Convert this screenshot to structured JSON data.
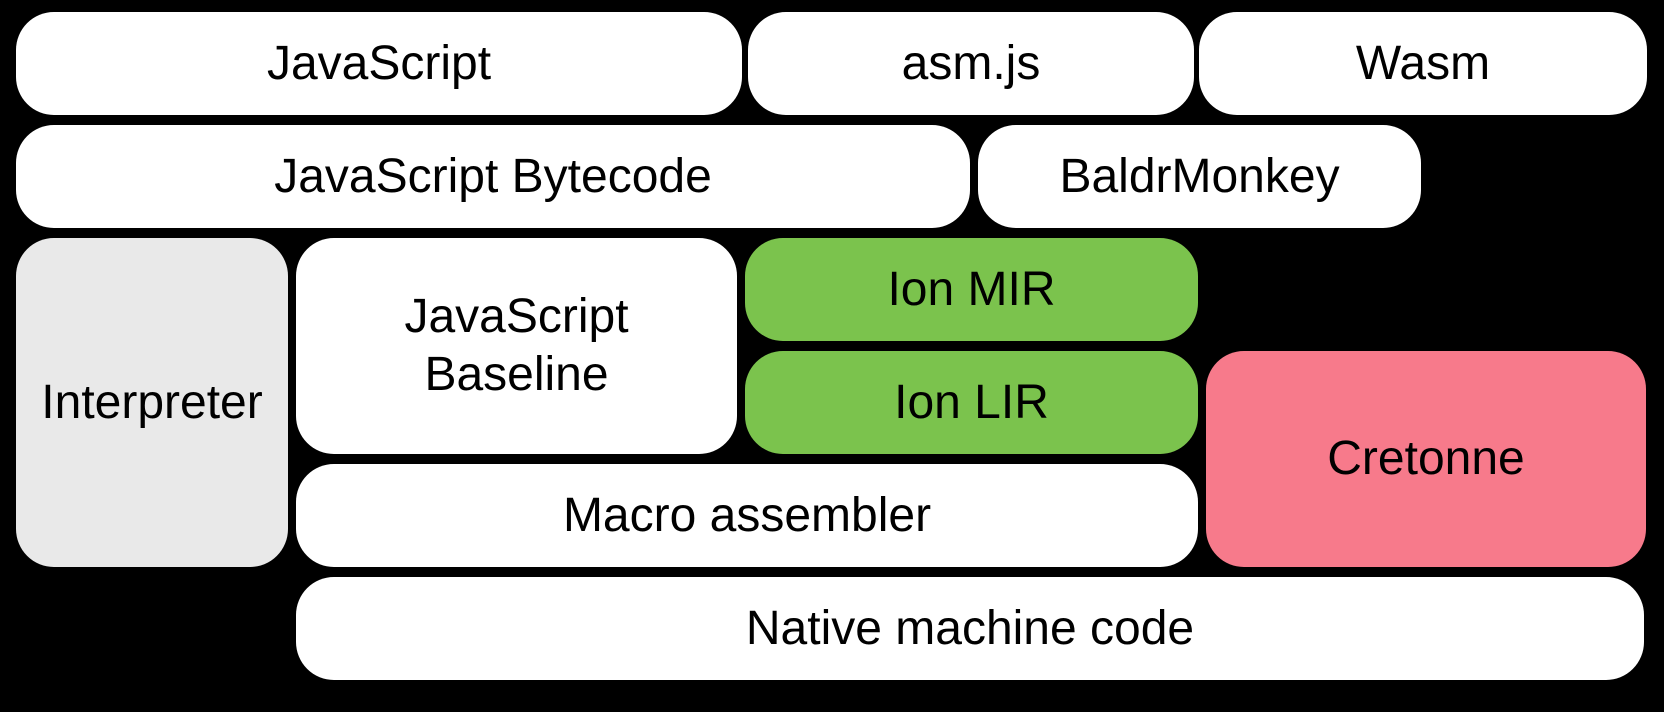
{
  "diagram": {
    "background_color": "#000000",
    "text_color": "#000000",
    "colors": {
      "white_box": "#ffffff",
      "gray_box": "#e9e9e9",
      "green_box": "#7bc34d",
      "pink_box": "#f77a8b"
    },
    "nodes": {
      "javascript": {
        "label": "JavaScript"
      },
      "asmjs": {
        "label": "asm.js"
      },
      "wasm": {
        "label": "Wasm"
      },
      "js_bytecode": {
        "label": "JavaScript Bytecode"
      },
      "baldrmonkey": {
        "label": "BaldrMonkey"
      },
      "interpreter": {
        "label": "Interpreter"
      },
      "js_baseline": {
        "label": "JavaScript Baseline"
      },
      "ion_mir": {
        "label": "Ion MIR"
      },
      "ion_lir": {
        "label": "Ion LIR"
      },
      "cretonne": {
        "label": "Cretonne"
      },
      "macro_assembler": {
        "label": "Macro assembler"
      },
      "native_machine_code": {
        "label": "Native machine code"
      }
    }
  }
}
